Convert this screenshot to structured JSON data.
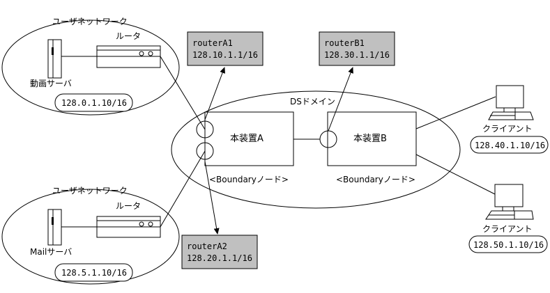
{
  "user_network_1": {
    "title": "ユーザネットワーク",
    "router_label": "ルータ",
    "server_label": "動画サーバ",
    "address": "128.0.1.10/16"
  },
  "user_network_2": {
    "title": "ユーザネットワーク",
    "router_label": "ルータ",
    "server_label": "Mailサーバ",
    "address": "128.5.1.10/16"
  },
  "ds_domain": {
    "title": "DSドメイン",
    "device_a": {
      "label": "本装置A",
      "role": "<Boundaryノード>"
    },
    "device_b": {
      "label": "本装置B",
      "role": "<Boundaryノード>"
    }
  },
  "routers": {
    "a1": {
      "name": "routerA1",
      "address": "128.10.1.1/16"
    },
    "b1": {
      "name": "routerB1",
      "address": "128.30.1.1/16"
    },
    "a2": {
      "name": "routerA2",
      "address": "128.20.1.1/16"
    }
  },
  "clients": [
    {
      "label": "クライアント",
      "address": "128.40.1.10/16"
    },
    {
      "label": "クライアント",
      "address": "128.50.1.10/16"
    }
  ],
  "colors": {
    "router_box_fill": "#c0c0c0",
    "line": "#000000",
    "background": "#ffffff"
  }
}
